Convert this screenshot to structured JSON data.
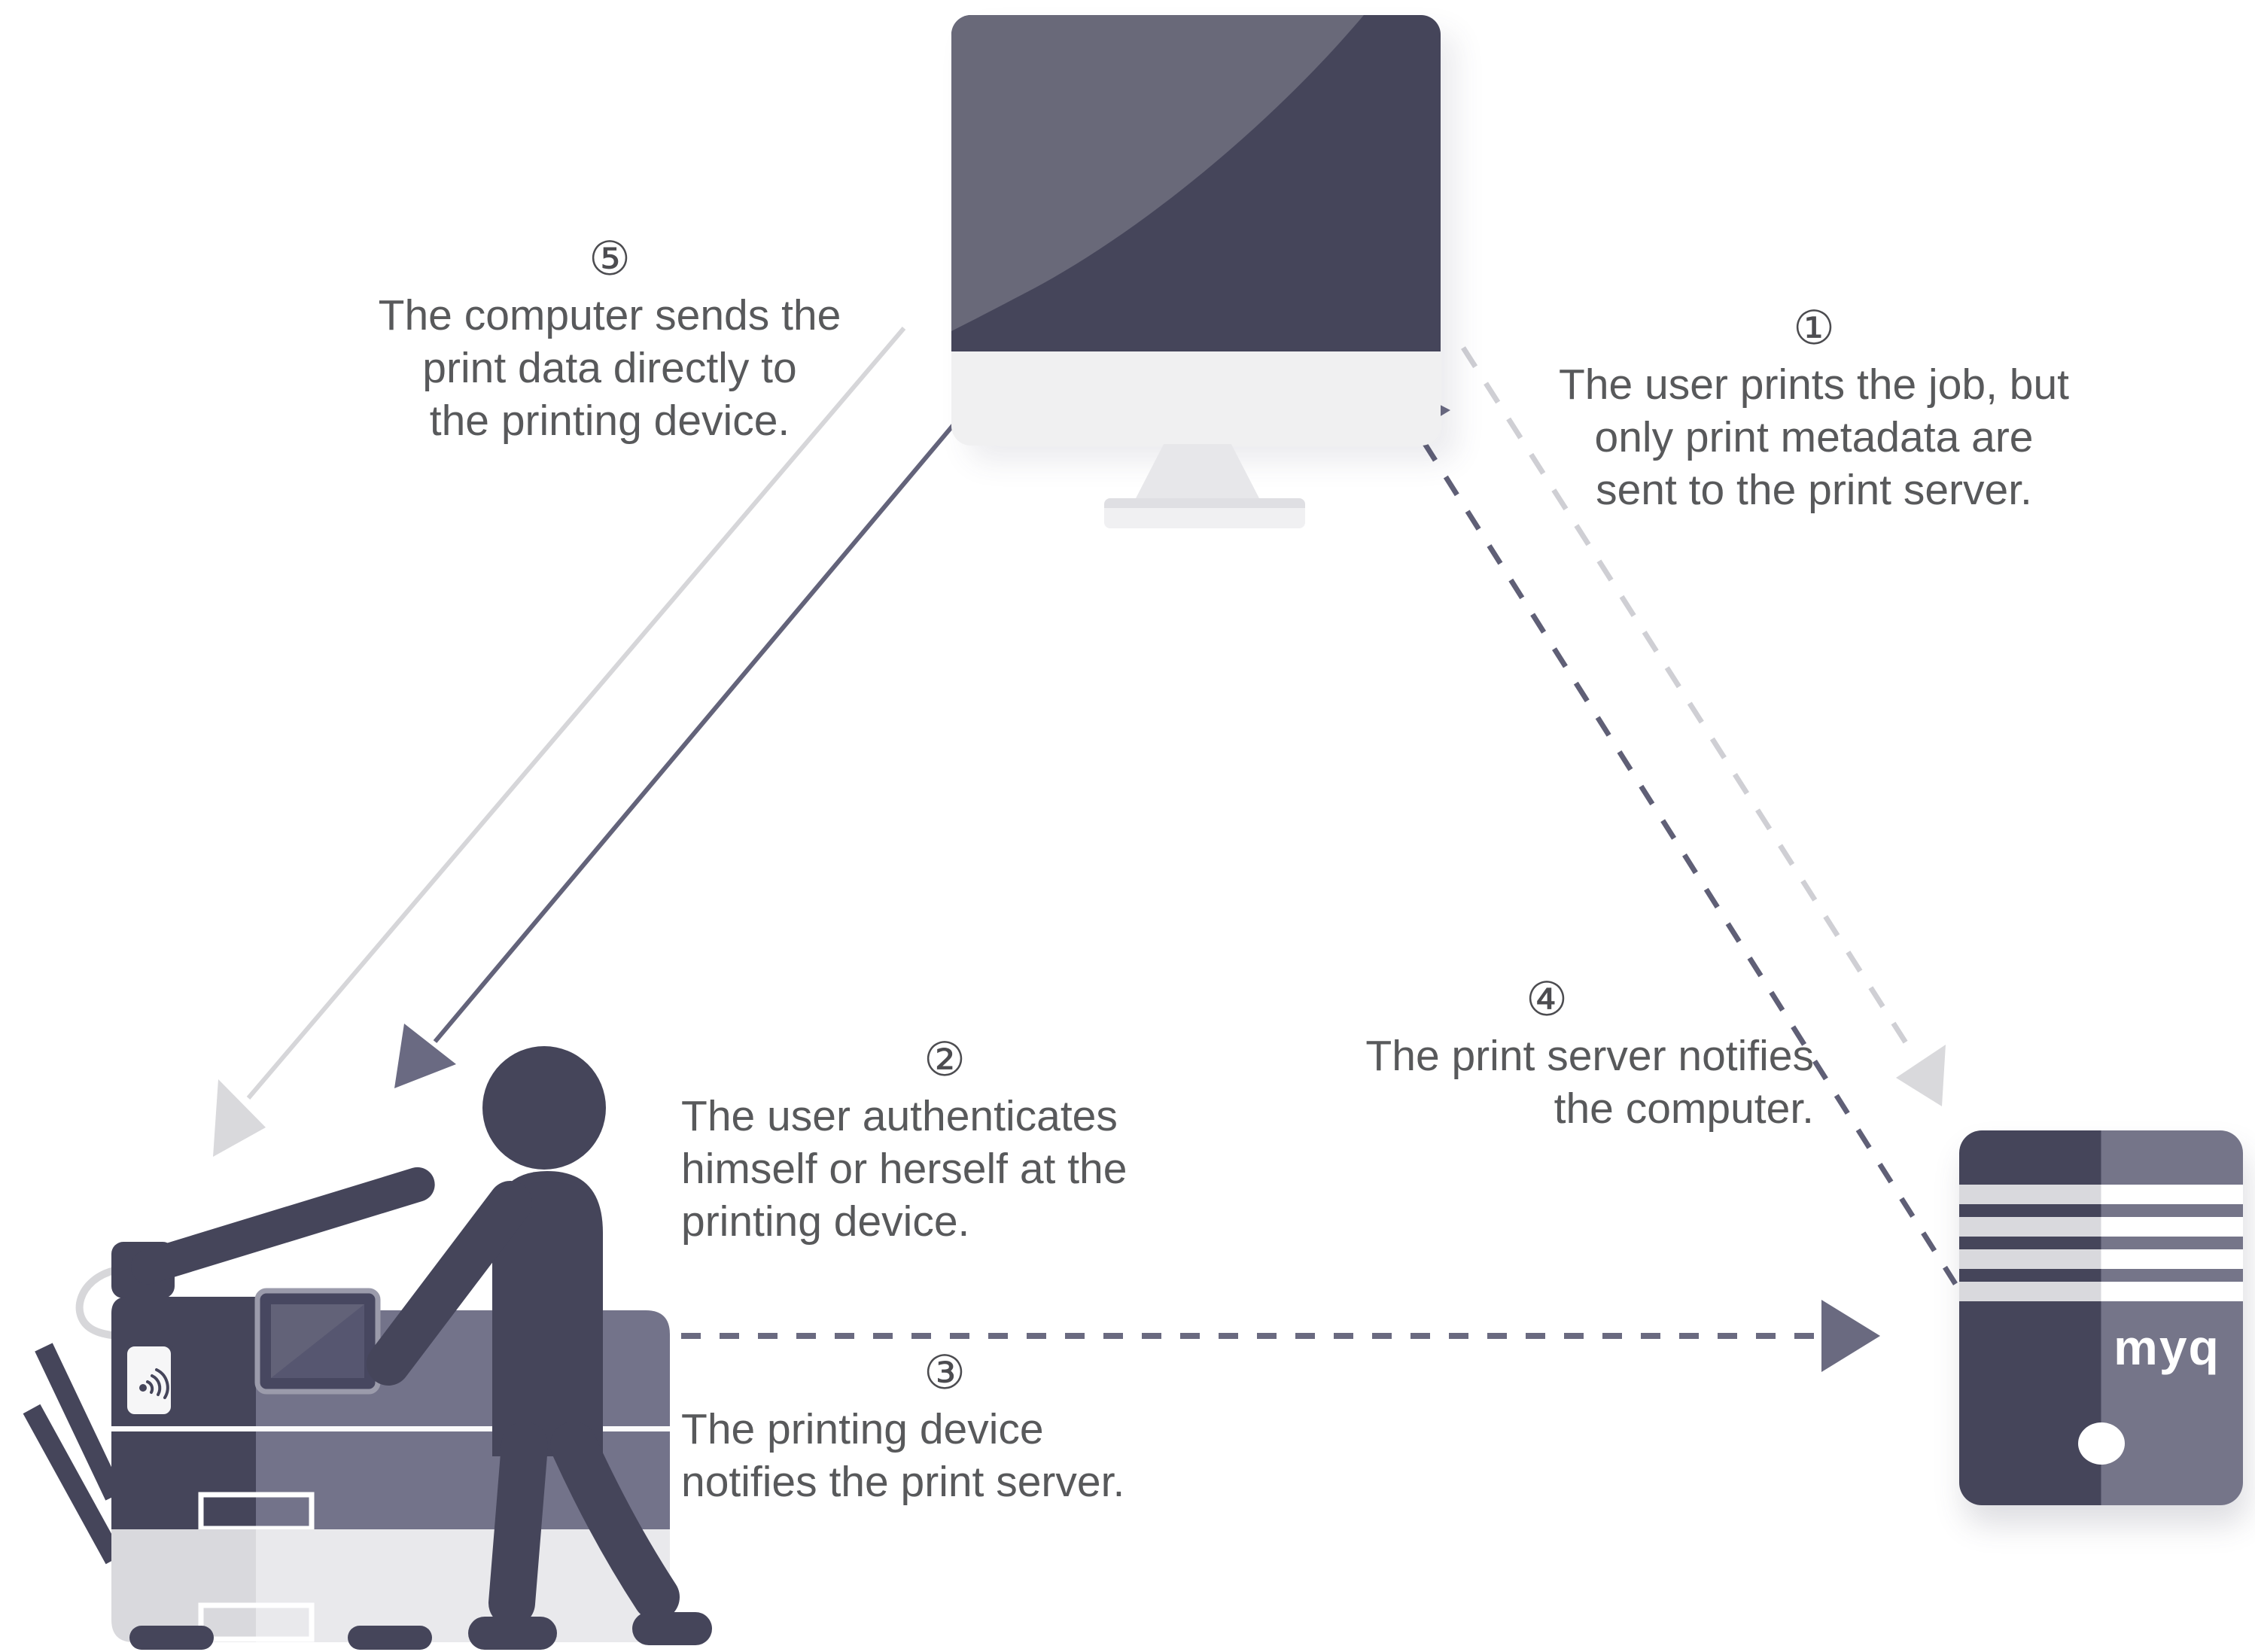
{
  "title": "Print workflow diagram",
  "steps": [
    {
      "id": 1,
      "number": "①",
      "lines": [
        "The user prints the job, but",
        "only print metadata are",
        "sent to the print server."
      ]
    },
    {
      "id": 2,
      "number": "②",
      "lines": [
        "The user authenticates",
        "himself or herself at the",
        "printing device."
      ]
    },
    {
      "id": 3,
      "number": "③",
      "lines": [
        "The printing device",
        "notifies the print server."
      ]
    },
    {
      "id": 4,
      "number": "④",
      "lines": [
        "The print server notifies",
        "the computer."
      ]
    },
    {
      "id": 5,
      "number": "⑤",
      "lines": [
        "The computer sends the",
        "print data directly to",
        "the printing device."
      ]
    }
  ],
  "server": {
    "logo": "myq"
  },
  "icons": {
    "contactless": "contactless-arcs-icon",
    "arrows": [
      "solid-light",
      "solid-dark",
      "dashed-light",
      "dashed-dark",
      "dashed-horizontal"
    ]
  },
  "colors": {
    "dark": "#45455a",
    "medium": "#757589",
    "light_panel": "#e9e9ec",
    "mid_light": "#d9d9dd",
    "line_light": "#d6d6d9",
    "line_dark": "#63637a",
    "text": "#58595b",
    "background": "#ffffff"
  }
}
